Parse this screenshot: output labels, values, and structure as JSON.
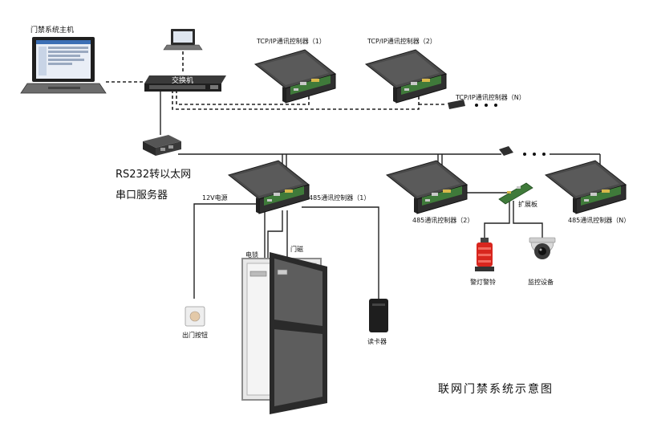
{
  "labels": {
    "host": "门禁系统主机",
    "switch": "交换机",
    "tcp1": "TCP/IP通讯控制器（1）",
    "tcp2": "TCP/IP通讯控制器（2）",
    "tcpn": "TCP/IP通讯控制器（N）",
    "rs232": "RS232转以太网",
    "serial_server": "串口服务器",
    "power": "12V电源",
    "c485_1": "485通讯控制器（1）",
    "c485_2": "485通讯控制器（2）",
    "c485_n": "485通讯控制器（N）",
    "expansion": "扩展板",
    "lock": "电锁",
    "door_sensor": "门磁",
    "alarm": "警灯警铃",
    "camera": "监控设备",
    "exit_button": "出门按钮",
    "card_reader": "读卡器",
    "title": "联网门禁系统示意图"
  },
  "colors": {
    "line": "#222222",
    "alarm_red": "#d8261e",
    "board_green": "#3f7a3a",
    "device_dark": "#2a2a2a"
  },
  "icons": [
    "laptop-icon",
    "computer-icon",
    "switch-icon",
    "controller-box-icon",
    "serial-server-icon",
    "alarm-icon",
    "camera-icon",
    "exit-button-icon",
    "card-reader-icon",
    "door-icon",
    "expansion-board-icon"
  ]
}
